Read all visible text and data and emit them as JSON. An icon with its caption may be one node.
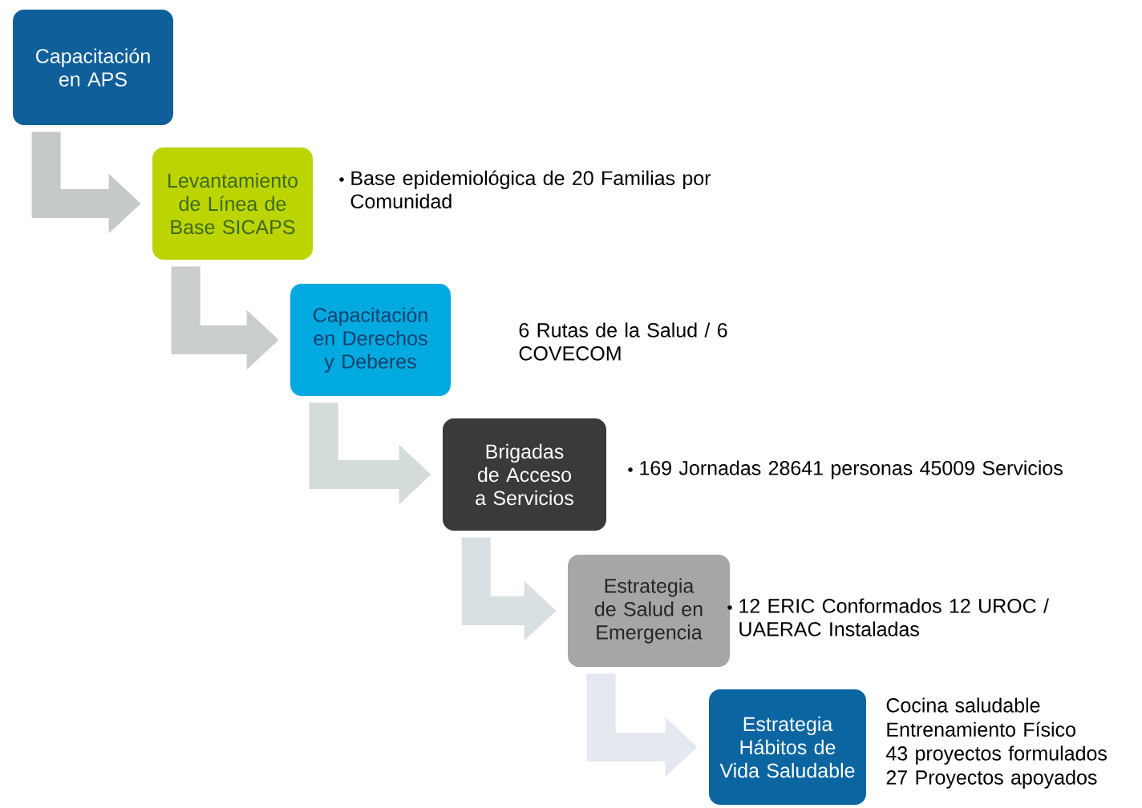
{
  "diagram": {
    "nodes": [
      {
        "text": [
          "Capacitación en APS"
        ]
      },
      {
        "text": [
          "Levantamiento de Línea de Base SICAPS"
        ],
        "beside": [
          "Base epidemiológica de 20 Familias por Comunidad"
        ]
      },
      {
        "text": [
          "Capacitación en Derechos y Deberes"
        ],
        "beside": [
          "6 Rutas de la Salud / 6 COVECOM"
        ]
      },
      {
        "text": [
          "Brigadas de Acceso a Servicios"
        ],
        "beside": [
          "169 Jornadas 28641 personas 45009 Servicios"
        ]
      },
      {
        "text": [
          "Estrategia de Salud en Emergencia"
        ],
        "beside": [
          "12 ERIC Conformados 12 UROC / UAERAC Instaladas"
        ]
      },
      {
        "text": [
          "Estrategia Hábitos de Vida Saludable"
        ],
        "beside": [
          "Cocina saludable",
          "Entrenamiento Físico",
          "43 proyectos formulados",
          "27 Proyectos apoyados"
        ]
      }
    ],
    "edges": [
      {
        "from": 0,
        "to": 1,
        "arrow": "to",
        "color": "#c6c9c9"
      },
      {
        "from": 1,
        "to": 2,
        "arrow": "to",
        "color": "#c9cdcd"
      },
      {
        "from": 2,
        "to": 3,
        "arrow": "to",
        "color": "#d3dbdb"
      },
      {
        "from": 3,
        "to": 4,
        "arrow": "to",
        "color": "#d8e0e2"
      },
      {
        "from": 4,
        "to": 5,
        "arrow": "to",
        "color": "#e4e8f0"
      }
    ]
  }
}
